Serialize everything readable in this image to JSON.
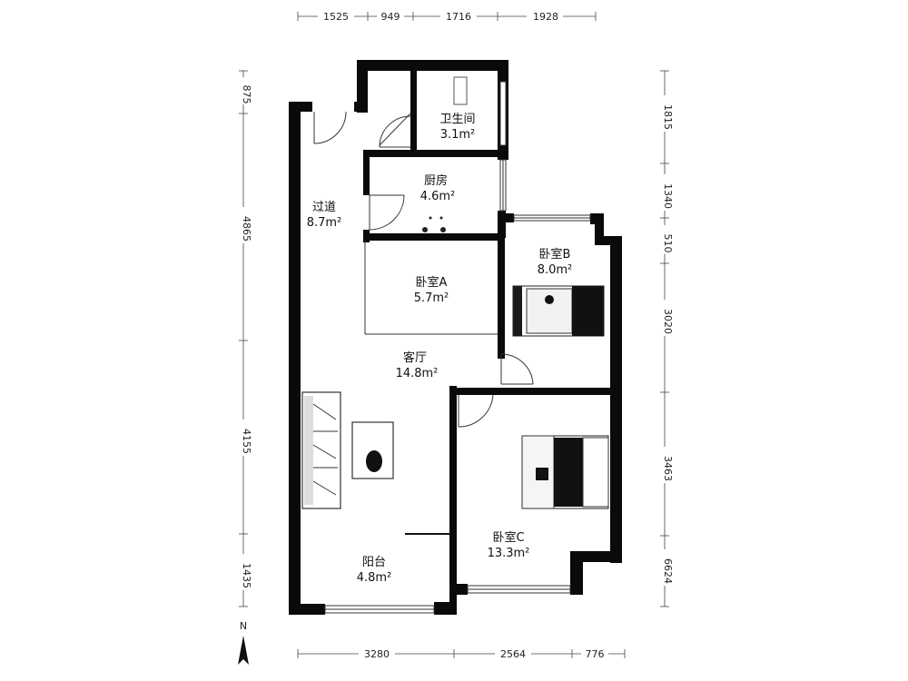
{
  "rooms": {
    "bathroom": {
      "name": "卫生间",
      "area": "3.1m²"
    },
    "kitchen": {
      "name": "厨房",
      "area": "4.6m²"
    },
    "corridor": {
      "name": "过道",
      "area": "8.7m²"
    },
    "bedroom_a": {
      "name": "卧室A",
      "area": "5.7m²"
    },
    "bedroom_b": {
      "name": "卧室B",
      "area": "8.0m²"
    },
    "living": {
      "name": "客厅",
      "area": "14.8m²"
    },
    "bedroom_c": {
      "name": "卧室C",
      "area": "13.3m²"
    },
    "balcony": {
      "name": "阳台",
      "area": "4.8m²"
    }
  },
  "dimensions": {
    "top": [
      "1525",
      "949",
      "1716",
      "1928"
    ],
    "bottom": [
      "3280",
      "2564",
      "776"
    ],
    "left": [
      "875",
      "4865",
      "4155",
      "1435"
    ],
    "right": [
      "1815",
      "1340",
      "510",
      "3020",
      "3463",
      "6624"
    ]
  },
  "compass": {
    "label": "N"
  }
}
